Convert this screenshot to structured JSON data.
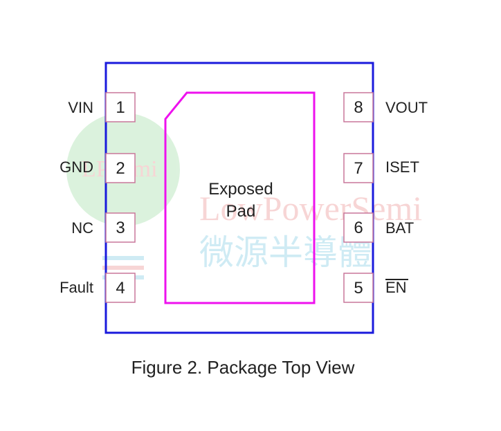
{
  "colors": {
    "package_outline": "#1a1adc",
    "exposed_pad": "#ee11ee",
    "pin_box": "#c9779a",
    "text": "#222222",
    "watermark_green": "#bfe8c2",
    "watermark_red": "#f2b3b3",
    "watermark_cyan": "#a9dcec"
  },
  "pins_left": [
    {
      "number": "1",
      "name": "VIN"
    },
    {
      "number": "2",
      "name": "GND"
    },
    {
      "number": "3",
      "name": "NC"
    },
    {
      "number": "4",
      "name": "Fault"
    }
  ],
  "pins_right": [
    {
      "number": "8",
      "name": "VOUT"
    },
    {
      "number": "7",
      "name": "ISET"
    },
    {
      "number": "6",
      "name": "BAT"
    },
    {
      "number": "5",
      "name": "EN",
      "overbar": true
    }
  ],
  "exposed_pad": {
    "line1": "Exposed",
    "line2": "Pad"
  },
  "watermark": {
    "brand": "LowPowerSemi",
    "chinese": "微源半導體",
    "small": "LPSemi"
  },
  "caption": "Figure 2. Package Top View"
}
